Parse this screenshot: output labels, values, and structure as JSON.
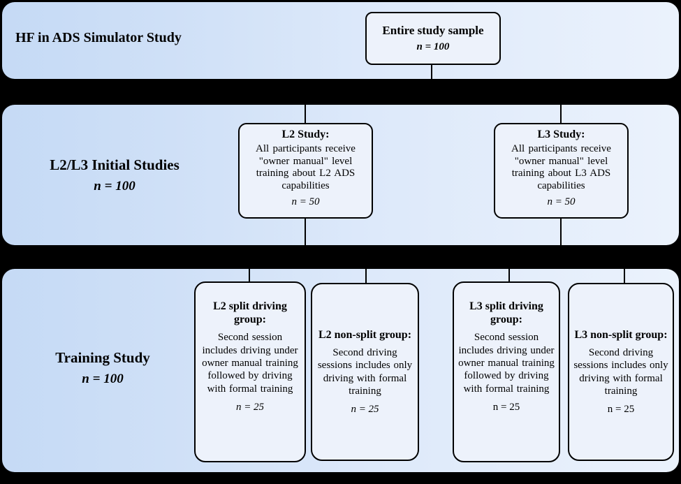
{
  "sections": {
    "top": {
      "label": "HF in ADS Simulator Study"
    },
    "initial": {
      "label": "L2/L3 Initial Studies",
      "n": "n = 100"
    },
    "training": {
      "label": "Training Study",
      "n": "n = 100"
    }
  },
  "nodes": {
    "entire": {
      "title": "Entire study sample",
      "n": "n = 100"
    },
    "l2_study": {
      "title": "L2 Study:",
      "body": "All participants receive \"owner manual\" level training about L2 ADS capabilities",
      "n": "n = 50"
    },
    "l3_study": {
      "title": "L3 Study:",
      "body": "All participants receive \"owner manual\" level training about L3 ADS capabilities",
      "n": "n = 50"
    },
    "l2_split": {
      "title": "L2 split driving group:",
      "body": "Second session includes driving under owner manual training followed by driving with formal training",
      "n": "n = 25"
    },
    "l2_nonsplit": {
      "title": "L2 non-split group:",
      "body": "Second driving sessions includes only driving with formal training",
      "n": "n = 25"
    },
    "l3_split": {
      "title": "L3 split driving group:",
      "body": "Second session includes driving under owner manual training followed by driving with formal training",
      "n": "n = 25"
    },
    "l3_nonsplit": {
      "title": "L3 non-split group:",
      "body": "Second driving sessions includes only driving with formal training",
      "n": "n = 25"
    }
  },
  "colors": {
    "background": "#000000",
    "band_gradient_start": "#c5daf5",
    "band_gradient_end": "#ebf2fc",
    "node_fill": "#edf2fb",
    "line": "#000000"
  }
}
